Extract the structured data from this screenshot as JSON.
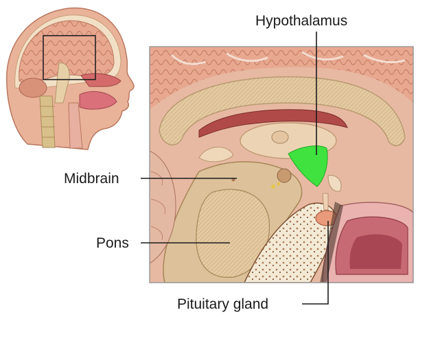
{
  "labels": {
    "hypothalamus": "Hypothalamus",
    "midbrain": "Midbrain",
    "pons": "Pons",
    "pituitary": "Pituitary gland"
  },
  "colors": {
    "background": "#ffffff",
    "skin": "#e9b39a",
    "brain_tissue": "#e7c3a4",
    "brainstem": "#dcc19a",
    "hypothalamus_highlight": "#3fe23f",
    "leader_line": "#1a1a1a",
    "frame_border": "#9a9a9a"
  },
  "icons": {
    "head_thumbnail": "sagittal-head-thumbnail",
    "zoom_box": "zoom-region-box"
  }
}
